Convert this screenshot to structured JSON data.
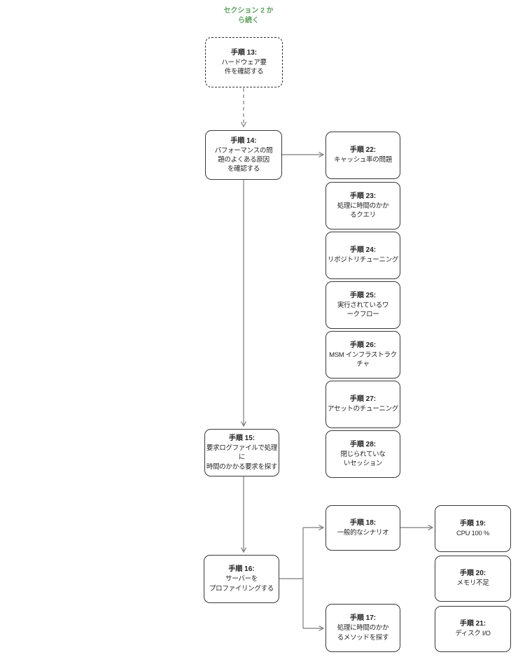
{
  "diagram": {
    "continuation_label": "セクション 2 か\nら続く",
    "colors": {
      "continuation_green": "#5ba05b",
      "connector_gray": "#7a7a7a",
      "node_border": "#383838",
      "background": "#ffffff"
    }
  },
  "nodes": {
    "step13": {
      "title": "手順 13:",
      "body": "ハードウェア要\n件を確認する"
    },
    "step14": {
      "title": "手順 14:",
      "body": "パフォーマンスの問\n題のよくある原因\nを確認する"
    },
    "step15": {
      "title": "手順 15:",
      "body": "要求ログファイルで処理に\n時間のかかる要求を探す"
    },
    "step16": {
      "title": "手順 16:",
      "body": "サーバーを\nプロファイリングする"
    },
    "step17": {
      "title": "手順 17:",
      "body": "処理に時間のかか\nるメソッドを探す"
    },
    "step18": {
      "title": "手順 18:",
      "body": "一般的なシナリオ"
    },
    "step19": {
      "title": "手順 19:",
      "body": "CPU 100 %"
    },
    "step20": {
      "title": "手順 20:",
      "body": "メモリ不足"
    },
    "step21": {
      "title": "手順 21:",
      "body": "ディスク I/O"
    },
    "step22": {
      "title": "手順 22:",
      "body": "キャッシュ率の問題"
    },
    "step23": {
      "title": "手順 23:",
      "body": "処理に時間のかか\nるクエリ"
    },
    "step24": {
      "title": "手順 24:",
      "body": "リポジトリチューニング"
    },
    "step25": {
      "title": "手順 25:",
      "body": "実行されているワ\nークフロー"
    },
    "step26": {
      "title": "手順 26:",
      "body": "MSM インフラストラクチャ"
    },
    "step27": {
      "title": "手順 27:",
      "body": "アセットのチューニング"
    },
    "step28": {
      "title": "手順 28:",
      "body": "閉じられていな\nいセッション"
    }
  }
}
